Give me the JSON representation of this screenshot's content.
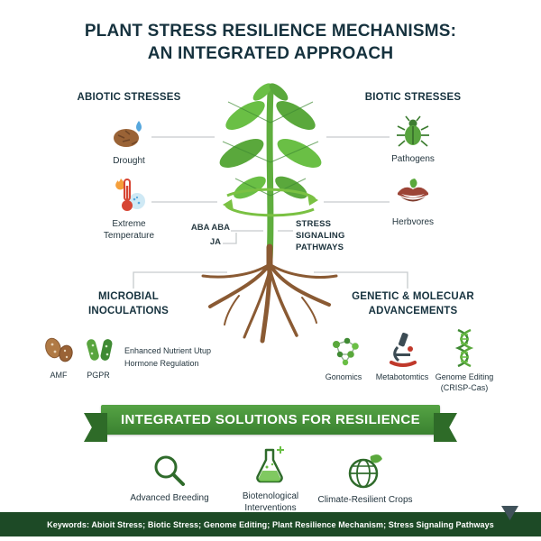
{
  "title": {
    "line1": "PLANT STRESS RESILIENCE MECHANISMS:",
    "line2": "AN INTEGRATED APPROACH"
  },
  "abiotic": {
    "heading": "ABIOTIC STRESSES",
    "items": [
      {
        "label": "Drought"
      },
      {
        "label": "Extreme Temperature"
      }
    ]
  },
  "biotic": {
    "heading": "BIOTIC STRESSES",
    "items": [
      {
        "label": "Pathogens"
      },
      {
        "label": "Herbvores"
      }
    ]
  },
  "signaling": {
    "hormones_line1": "ABA ABA",
    "hormones_line2": "JA",
    "pathways": "STRESS SIGNALING PATHWAYS"
  },
  "microbial": {
    "heading": "MICROBIAL INOCULATIONS",
    "items": [
      {
        "label": "AMF"
      },
      {
        "label": "PGPR"
      }
    ],
    "benefit_line1": "Enhanced Nutrient Utup",
    "benefit_line2": "Hormone Regulation"
  },
  "genetic": {
    "heading": "GENETIC & MOLECUAR ADVANCEMENTS",
    "items": [
      {
        "label": "Gonomics"
      },
      {
        "label": "Metabotomtics"
      },
      {
        "label": "Genome Editing (CRISP-Cas)"
      }
    ]
  },
  "banner": {
    "label": "INTEGRATED SOLUTIONS FOR RESILIENCE"
  },
  "solutions": [
    {
      "label": "Advanced Breeding"
    },
    {
      "label": "Biotenological Interventions"
    },
    {
      "label": "Climate-Resilient Crops"
    }
  ],
  "footer": {
    "keywords": "Keywords: Abioit Stress; Biotic Stress; Genome Editing; Plant Resilience Mechanism; Stress Signaling Pathways"
  },
  "colors": {
    "heading_navy": "#16323e",
    "leaf_green_light": "#6abf45",
    "leaf_green_dark": "#5aa83c",
    "accent_green": "#7ac143",
    "banner_green": "#3a8230",
    "footer_green": "#1d4a26",
    "root_brown": "#8a5a33"
  }
}
